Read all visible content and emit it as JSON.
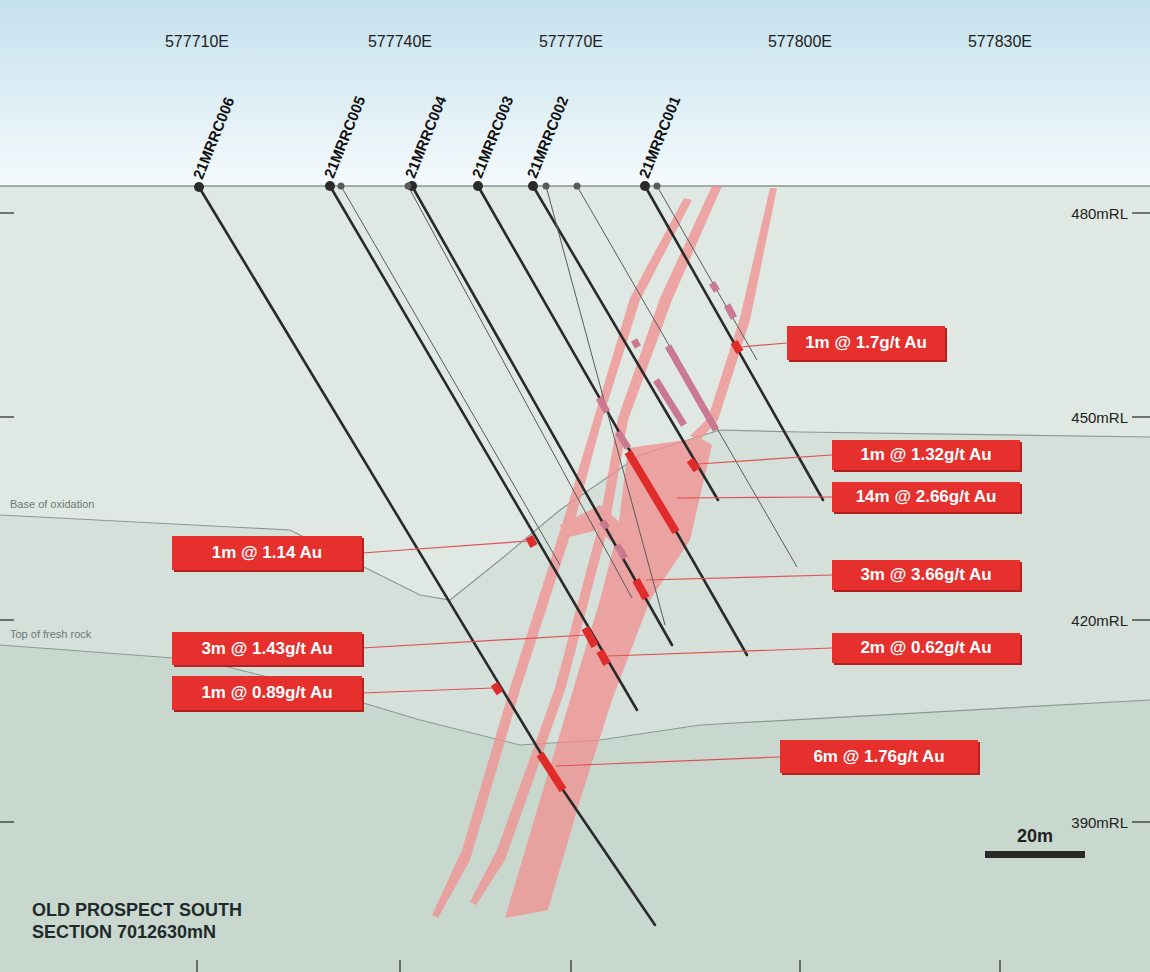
{
  "diagram": {
    "title": "OLD PROSPECT SOUTH SECTION 7012630mN",
    "nodes": [
      {
        "text": [
          "1m @ 1.7g/t Au"
        ]
      },
      {
        "text": [
          "1m @ 1.32g/t Au"
        ]
      },
      {
        "text": [
          "14m @ 2.66g/t Au"
        ]
      },
      {
        "text": [
          "1m @ 1.14 Au"
        ]
      },
      {
        "text": [
          "3m @ 3.66g/t Au"
        ]
      },
      {
        "text": [
          "3m @ 1.43g/t Au"
        ]
      },
      {
        "text": [
          "2m @ 0.62g/t Au"
        ]
      },
      {
        "text": [
          "1m @ 0.89g/t Au"
        ]
      },
      {
        "text": [
          "6m @ 1.76g/t Au"
        ]
      }
    ],
    "labels": [
      "577710E",
      "577740E",
      "577770E",
      "577800E",
      "577830E",
      "21MRRC006",
      "21MRRC005",
      "21MRRC004",
      "21MRRC003",
      "21MRRC002",
      "21MRRC001",
      "480mRL",
      "450mRL",
      "420mRL",
      "390mRL",
      "Base of oxidation",
      "Top of fresh rock",
      "20m"
    ]
  }
}
